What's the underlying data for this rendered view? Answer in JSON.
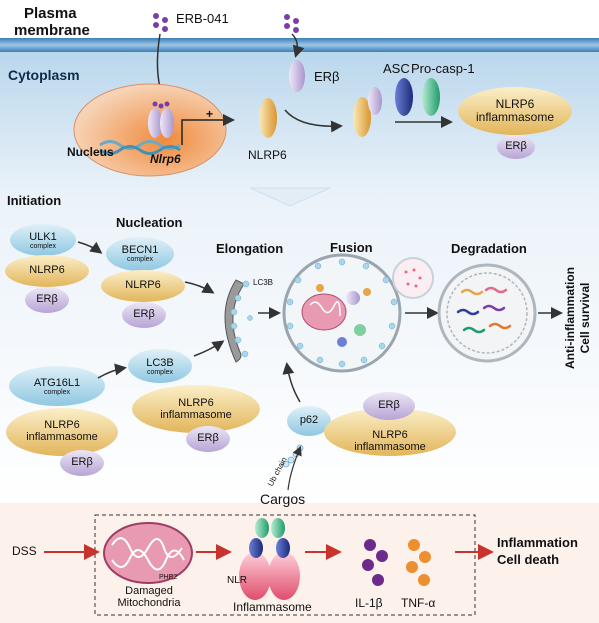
{
  "membrane": {
    "title_line1": "Plasma",
    "title_line2": "membrane"
  },
  "top": {
    "drug_label": "ERB-041",
    "cytoplasm_label": "Cytoplasm",
    "nucleus_label": "Nucleus",
    "gene_label": "Nlrp6",
    "plus_sign": "+",
    "nlrp6_label": "NLRP6",
    "erb_label": "ERβ",
    "asc_label": "ASC",
    "procasp_label": "Pro-casp-1",
    "inflammasome_line1": "NLRP6",
    "inflammasome_line2": "inflammasome",
    "inflammasome_erb": "ERβ"
  },
  "stages": {
    "initiation": "Initiation",
    "nucleation": "Nucleation",
    "elongation": "Elongation",
    "fusion": "Fusion",
    "degradation": "Degradation",
    "outcome_line1": "Anti-inflammation",
    "outcome_line2": "Cell survival"
  },
  "complexes": {
    "ulk1": "ULK1",
    "ulk1_sub": "complex",
    "becn1": "BECN1",
    "becn1_sub": "complex",
    "nlrp6": "NLRP6",
    "erb": "ERβ",
    "lc3b": "LC3B",
    "lc3b_sub": "complex",
    "lc3b_marker": "LC3B",
    "atg16l1": "ATG16L1",
    "atg16l1_sub": "complex",
    "nlrp6_infl_line1": "NLRP6",
    "nlrp6_infl_line2": "inflammasome",
    "p62": "p62",
    "ub_chain": "Ub chain",
    "cargos": "Cargos"
  },
  "bottom": {
    "dss": "DSS",
    "phb2": "PHB2",
    "damaged_line1": "Damaged",
    "damaged_line2": "Mitochondria",
    "nlr": "NLR",
    "inflammasome": "Inflammasome",
    "il1b": "IL-1β",
    "tnfa": "TNF-α",
    "outcome_line1": "Inflammation",
    "outcome_line2": "Cell death"
  },
  "colors": {
    "membrane_blue": "#6fa9d6",
    "cytoplasm_bg": "#dceaf4",
    "lower_bg": "#eef4fa",
    "red_arrow": "#c8332e",
    "nlrp6_yellow": "#e8c06a",
    "erb_purple": "#c4b3dd",
    "blue_complex": "#a9d6ea"
  }
}
